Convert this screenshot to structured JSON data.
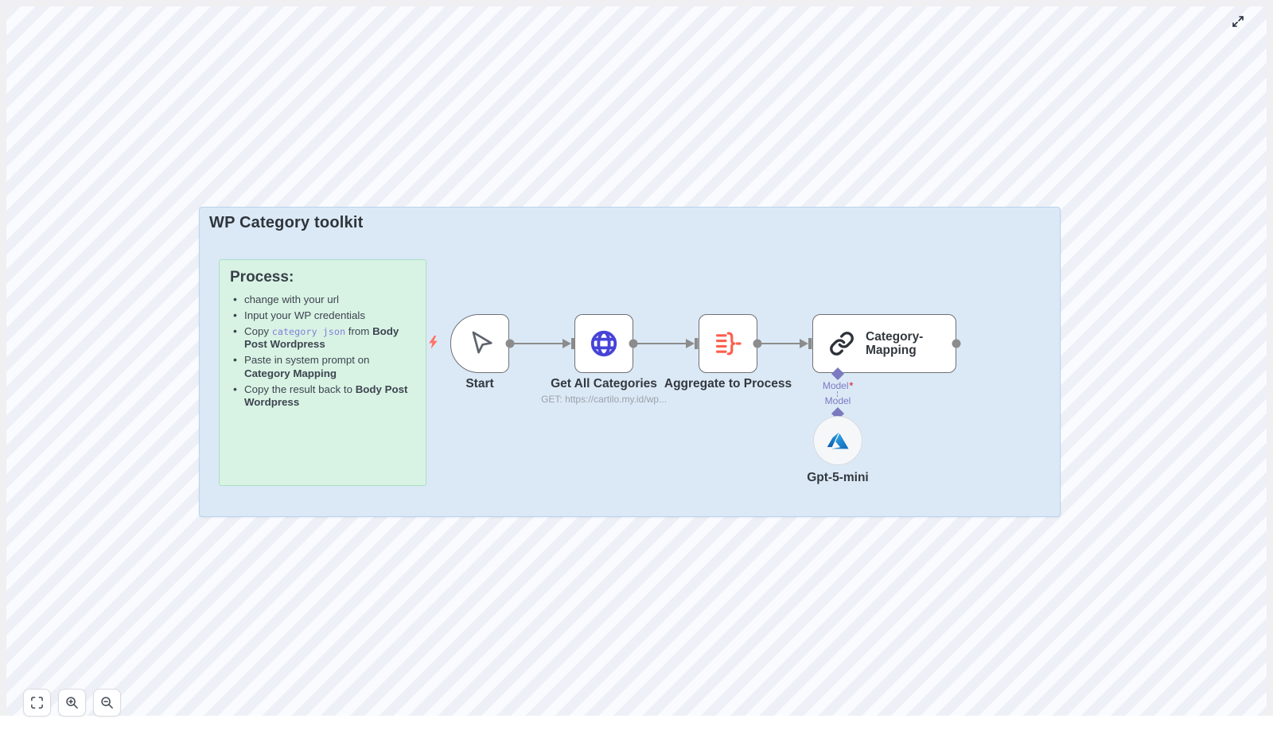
{
  "workflow": {
    "title": "WP Category toolkit",
    "note": {
      "title": "Process:",
      "bullets": [
        [
          {
            "t": "change with your url",
            "s": "plain"
          }
        ],
        [
          {
            "t": "Input your WP credentials",
            "s": "plain"
          }
        ],
        [
          {
            "t": "Copy ",
            "s": "plain"
          },
          {
            "t": "category json",
            "s": "code"
          },
          {
            "t": " from ",
            "s": "plain"
          },
          {
            "t": "Body Post Wordpress",
            "s": "bold"
          }
        ],
        [
          {
            "t": "Paste in system prompt on ",
            "s": "plain"
          },
          {
            "t": "Category Mapping",
            "s": "bold"
          }
        ],
        [
          {
            "t": "Copy the result back to ",
            "s": "plain"
          },
          {
            "t": "Body Post Wordpress",
            "s": "bold"
          }
        ]
      ]
    },
    "nodes": [
      {
        "id": "start",
        "label": "Start",
        "icon": "cursor-icon"
      },
      {
        "id": "get-all-categories",
        "label": "Get All Categories",
        "subtitle": "GET: https://cartilo.my.id/wp...",
        "icon": "globe-icon"
      },
      {
        "id": "aggregate-to-process",
        "label": "Aggregate to Process",
        "icon": "aggregate-icon"
      },
      {
        "id": "category-mapping",
        "label_line1": "Category-",
        "label_line2": "Mapping",
        "icon": "link-icon"
      },
      {
        "id": "gpt-5-mini",
        "label": "Gpt-5-mini",
        "icon": "azure-icon"
      }
    ],
    "model_link": {
      "output_label": "Model",
      "required_marker": "*",
      "input_label": "Model"
    }
  },
  "colors": {
    "container_bg": "#dbe9f6",
    "container_border": "#b9d3ed",
    "note_bg": "#d8f3e4",
    "note_border": "#aadec3",
    "code_text": "#8280d8",
    "trigger_bolt": "#ff7265",
    "globe_icon": "#4643d9",
    "aggregate_icon": "#ff5f4e",
    "model_purple": "#7b79bf",
    "connector_gray": "#8c8c8c"
  }
}
